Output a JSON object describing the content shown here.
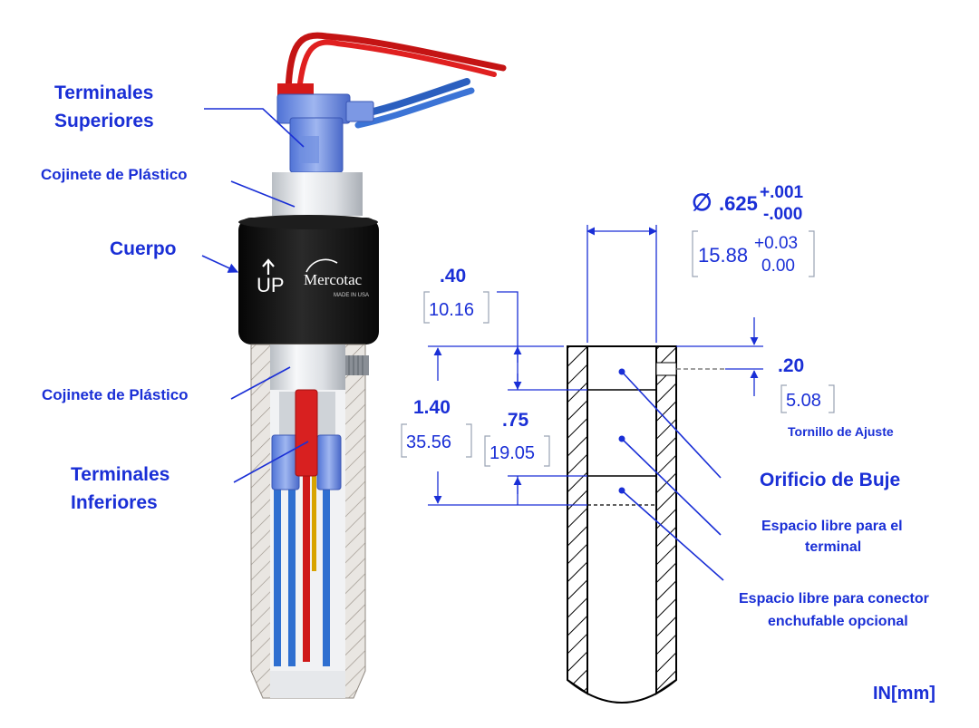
{
  "labels": {
    "terminales_superiores_1": "Terminales",
    "terminales_superiores_2": "Superiores",
    "cojinete_top": "Cojinete de Plástico",
    "cuerpo": "Cuerpo",
    "cojinete_bottom": "Cojinete de Plástico",
    "terminales_inferiores_1": "Terminales",
    "terminales_inferiores_2": "Inferiores",
    "tornillo": "Tornillo de Ajuste",
    "orificio": "Orificio de Buje",
    "espacio_terminal_1": "Espacio libre para el",
    "espacio_terminal_2": "terminal",
    "espacio_conector_1": "Espacio libre para conector",
    "espacio_conector_2": "enchufable opcional",
    "units": "IN[mm]"
  },
  "brand": {
    "logo_text": "Mercotac",
    "made_in": "MADE IN USA",
    "up_mark": "UP"
  },
  "dimensions": {
    "diameter_symbol": "∅",
    "diameter_in": ".625",
    "diameter_tol_plus_in": "+.001",
    "diameter_tol_minus_in": "-.000",
    "diameter_mm": "15.88",
    "diameter_tol_plus_mm": "+0.03",
    "diameter_tol_minus_mm": "0.00",
    "d040_in": ".40",
    "d040_mm": "10.16",
    "d140_in": "1.40",
    "d140_mm": "35.56",
    "d075_in": ".75",
    "d075_mm": "19.05",
    "d020_in": ".20",
    "d020_mm": "5.08"
  },
  "colors": {
    "accent": "#1a2fd6",
    "body_black": "#141414",
    "wire_red": "#d01818",
    "wire_blue": "#2f6fd0",
    "connector_blue": "#6f8fe0"
  }
}
